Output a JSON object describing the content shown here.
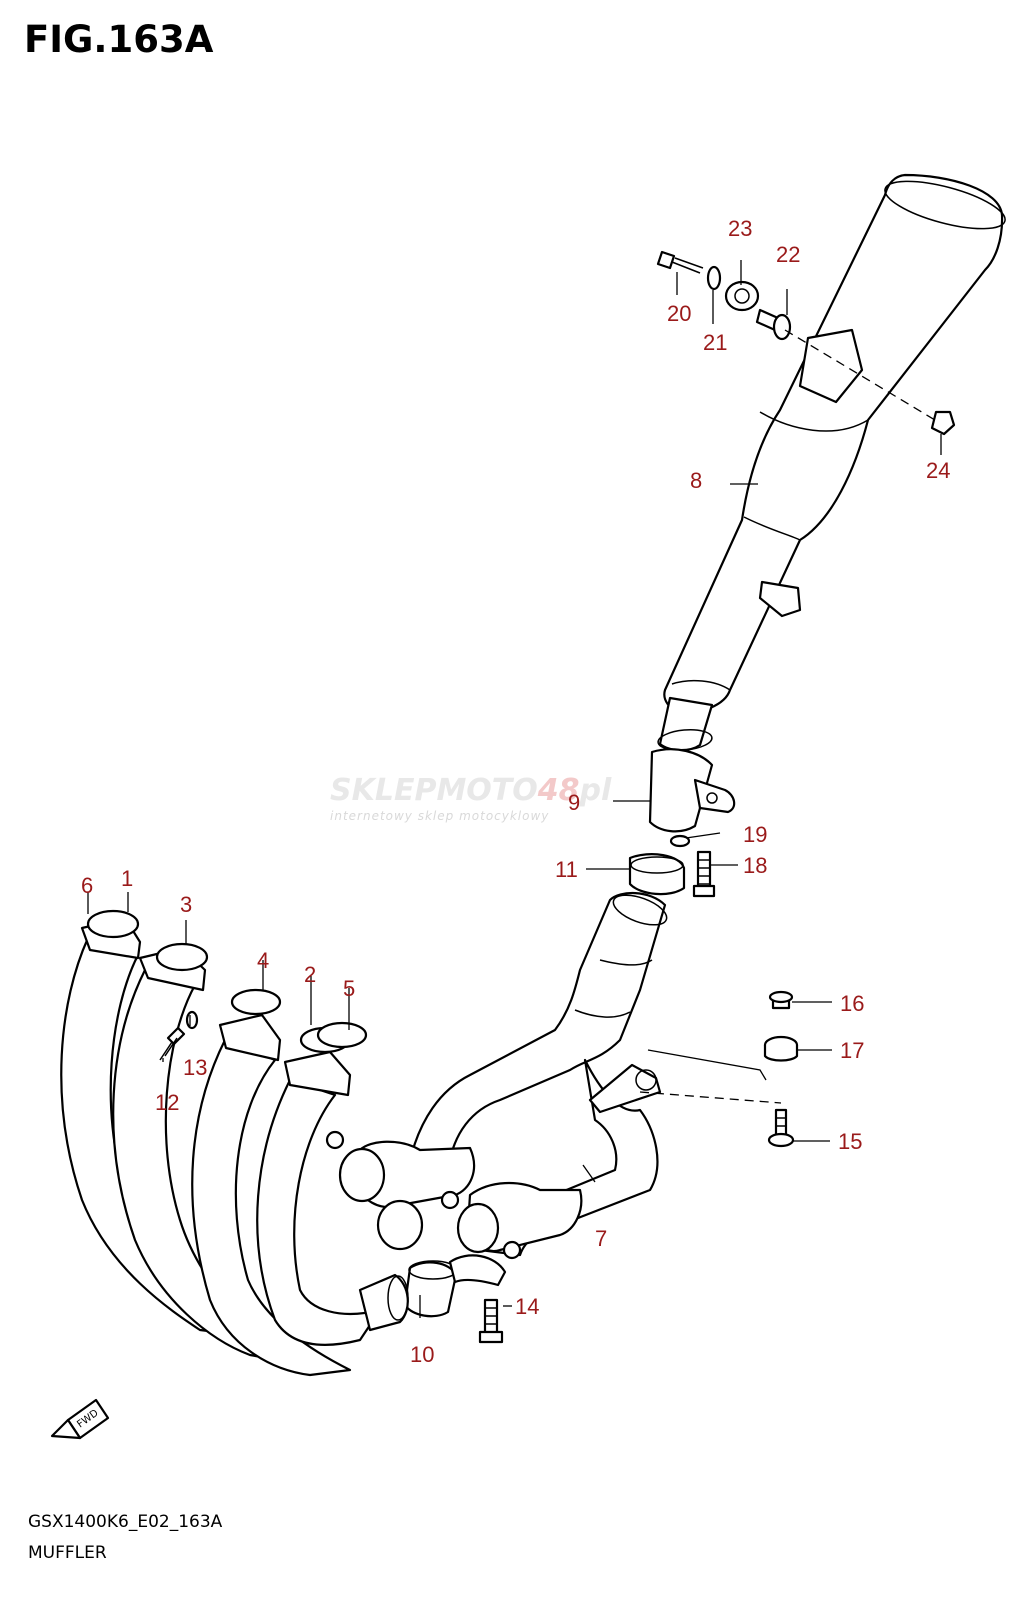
{
  "figure": {
    "title": "FIG.163A",
    "code": "GSX1400K6_E02_163A",
    "name": "MUFFLER",
    "fwd_label": "FWD"
  },
  "watermark": {
    "brand_main": "SKLEPMOTO",
    "brand_accent": "48",
    "brand_tail": "pl",
    "tagline": "internetowy sklep motocyklowy"
  },
  "callouts": {
    "c1": "1",
    "c2": "2",
    "c3": "3",
    "c4": "4",
    "c5": "5",
    "c6": "6",
    "c7": "7",
    "c8": "8",
    "c9": "9",
    "c10": "10",
    "c11": "11",
    "c12": "12",
    "c13": "13",
    "c14": "14",
    "c15": "15",
    "c16": "16",
    "c17": "17",
    "c18": "18",
    "c19": "19",
    "c20": "20",
    "c21": "21",
    "c22": "22",
    "c23": "23",
    "c24": "24"
  },
  "colors": {
    "callout": "#9a1a1a",
    "line_art": "#000000",
    "watermark_accent": "#e05050"
  }
}
